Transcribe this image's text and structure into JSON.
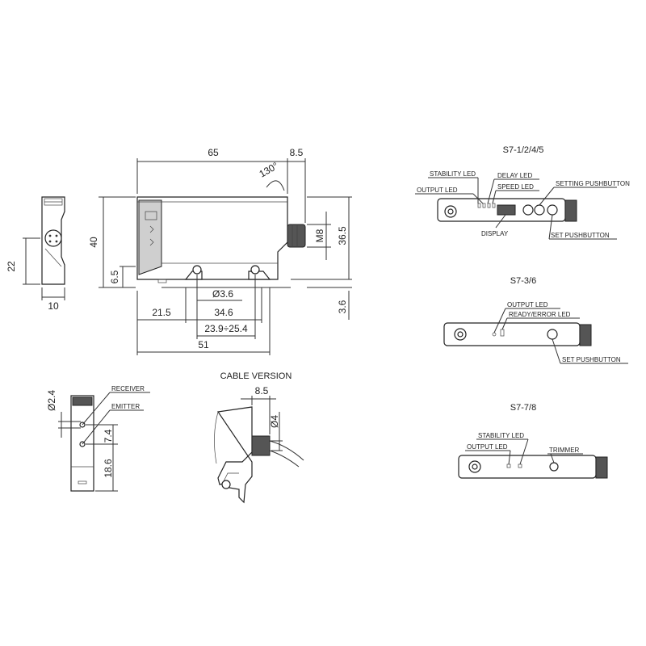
{
  "front_view": {
    "dims": {
      "height": "22",
      "width": "10"
    }
  },
  "side_view": {
    "dims": {
      "length_top": "65",
      "connector_len": "8.5",
      "angle": "130°",
      "height_total": "40",
      "connector_thread": "M8",
      "connector_height": "36.5",
      "mount_height": "6.5",
      "hole_dia": "Ø3.6",
      "offset_left": "21.5",
      "hole_spacing": "34.6",
      "slot_range": "23.9÷25.4",
      "length_bottom": "51",
      "bracket_height": "3.6"
    }
  },
  "optics_view": {
    "dims": {
      "lens_dia": "Ø2.4",
      "lens_spacing": "7.4",
      "lens_to_bottom": "18.6"
    },
    "labels": {
      "receiver": "RECEIVER",
      "emitter": "EMITTER"
    }
  },
  "cable_version": {
    "title": "CABLE VERSION",
    "dims": {
      "cable_len": "8.5",
      "cable_dia": "Ø4"
    }
  },
  "variant_1": {
    "title": "S7-1/2/4/5",
    "labels": {
      "stability_led": "STABILITY LED",
      "delay_led": "DELAY LED",
      "output_led": "OUTPUT LED",
      "speed_led": "SPEED LED",
      "setting_pushbutton": "SETTING PUSHBUTTON",
      "display": "DISPLAY",
      "set_pushbutton": "SET PUSHBUTTON"
    }
  },
  "variant_2": {
    "title": "S7-3/6",
    "labels": {
      "output_led": "OUTPUT LED",
      "ready_error_led": "READY/ERROR LED",
      "set_pushbutton": "SET PUSHBUTTON"
    }
  },
  "variant_3": {
    "title": "S7-7/8",
    "labels": {
      "stability_led": "STABILITY LED",
      "output_led": "OUTPUT LED",
      "trimmer": "TRIMMER"
    }
  },
  "icons": [
    "connector-icon",
    "mounting-hole-icon",
    "pushbutton-icon",
    "led-icon"
  ]
}
